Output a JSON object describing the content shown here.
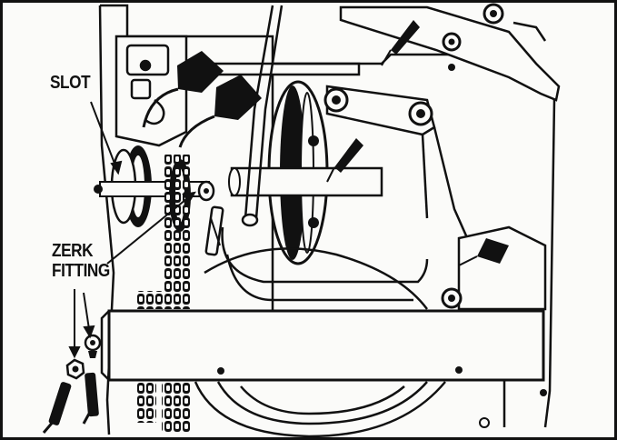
{
  "labels": {
    "slot": "SLOT",
    "zerk_line1": "ZERK",
    "zerk_line2": "FITTING"
  },
  "colors": {
    "ink": "#111111",
    "paper": "#fbfbf9"
  },
  "icons": [
    "oil-can-icon",
    "grease-gun-icon",
    "hex-nut-icon",
    "sprocket-icon",
    "pulley-icon"
  ]
}
